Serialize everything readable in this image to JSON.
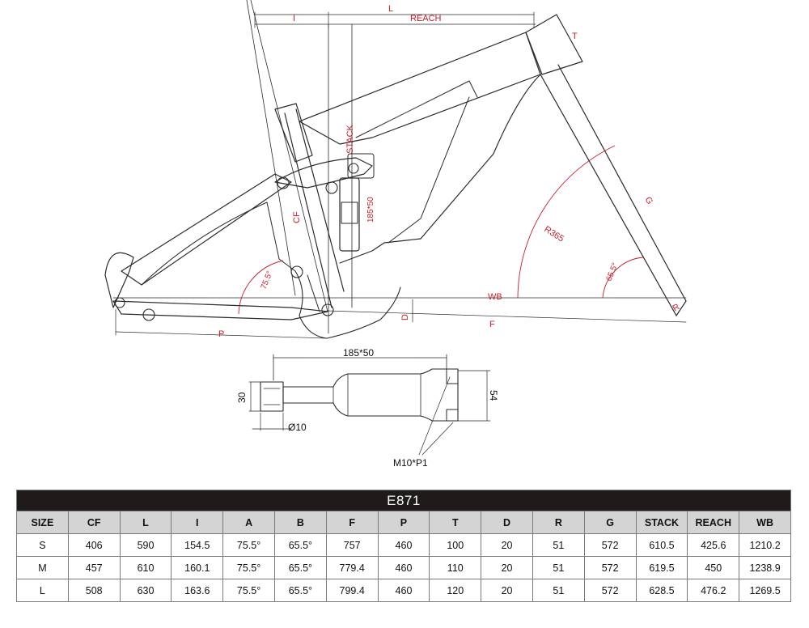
{
  "drawing": {
    "labels": {
      "l": "L",
      "i": "I",
      "reach": "REACH",
      "t": "T",
      "stack": "STACK",
      "shock": "185*50",
      "cf": "CF",
      "g": "G",
      "r365": "R365",
      "angle_a": "75.5°",
      "angle_b": "65.5°",
      "wb": "WB",
      "d": "D",
      "r": "R",
      "f": "F",
      "p": "P"
    },
    "shock_detail": {
      "size": "185*50",
      "width_30": "30",
      "width_54": "54",
      "bolt_dia": "Ø10",
      "thread": "M10*P1"
    }
  },
  "table": {
    "title": "E871",
    "headers": [
      "SIZE",
      "CF",
      "L",
      "I",
      "A",
      "B",
      "F",
      "P",
      "T",
      "D",
      "R",
      "G",
      "STACK",
      "REACH",
      "WB"
    ],
    "rows": [
      [
        "S",
        "406",
        "590",
        "154.5",
        "75.5°",
        "65.5°",
        "757",
        "460",
        "100",
        "20",
        "51",
        "572",
        "610.5",
        "425.6",
        "1210.2"
      ],
      [
        "M",
        "457",
        "610",
        "160.1",
        "75.5°",
        "65.5°",
        "779.4",
        "460",
        "110",
        "20",
        "51",
        "572",
        "619.5",
        "450",
        "1238.9"
      ],
      [
        "L",
        "508",
        "630",
        "163.6",
        "75.5°",
        "65.5°",
        "799.4",
        "460",
        "120",
        "20",
        "51",
        "572",
        "628.5",
        "476.2",
        "1269.5"
      ]
    ]
  },
  "colors": {
    "title_bar": "#1f1b1b",
    "header_bg": "#d4d4d4",
    "dimension_red": "#c8202a"
  }
}
